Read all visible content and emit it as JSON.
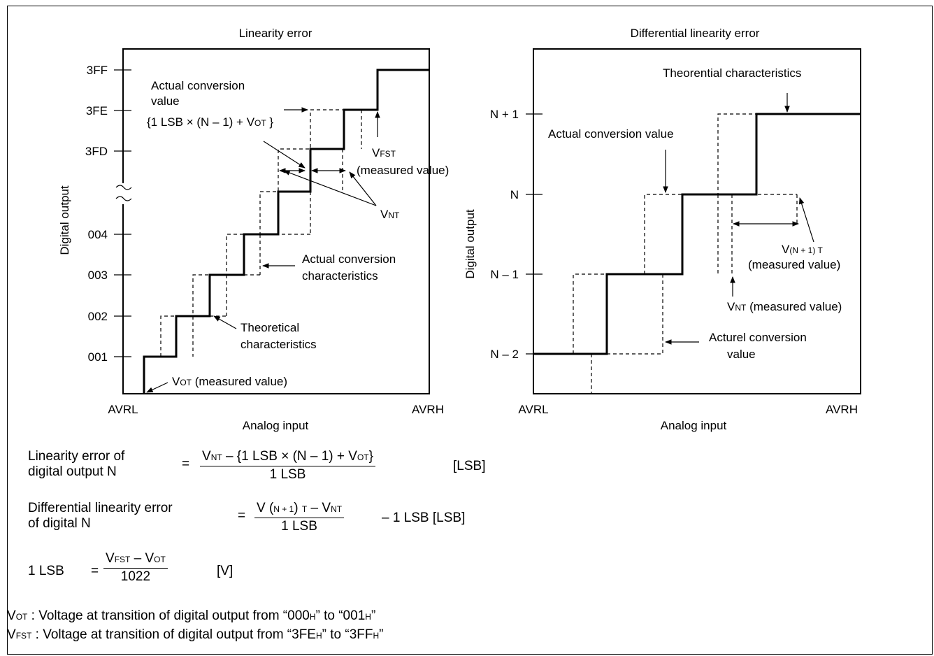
{
  "left_chart": {
    "title": "Linearity error",
    "ylabel": "Digital output",
    "xlabel": "Analog input",
    "x_min": "AVRL",
    "x_max": "AVRH",
    "y_ticks": [
      "001",
      "002",
      "003",
      "004",
      "3FD",
      "3FE",
      "3FF"
    ],
    "ann_actual_value": [
      "Actual conversion",
      "value"
    ],
    "ann_formula": "{1 LSB × (N – 1) + V",
    "ann_formula_sub": "OT",
    "ann_formula_end": " }",
    "ann_vfst": "V",
    "ann_vfst_sub": "FST",
    "ann_measured": "(measured value)",
    "ann_vnt": "V",
    "ann_vnt_sub": "NT",
    "ann_actual_char": [
      "Actual conversion",
      "characteristics"
    ],
    "ann_theoretical": [
      "Theoretical",
      "characteristics"
    ],
    "ann_vot": "V",
    "ann_vot_sub": "OT",
    "ann_vot_rest": " (measured value)"
  },
  "right_chart": {
    "title": "Differential linearity error",
    "ylabel": "Digital output",
    "xlabel": "Analog input",
    "x_min": "AVRL",
    "x_max": "AVRH",
    "y_ticks": [
      "N – 2",
      "N – 1",
      "N",
      "N + 1"
    ],
    "ann_theorential": "Theorential characteristics",
    "ann_actual": "Actual conversion value",
    "ann_vn1t": "V",
    "ann_vn1t_sub": "(N + 1) T",
    "ann_measured": "(measured value)",
    "ann_vnt": "V",
    "ann_vnt_sub": "NT",
    "ann_vnt_rest": " (measured value)",
    "ann_acturel": [
      "Acturel conversion",
      "value"
    ]
  },
  "formulas": {
    "f1_label": [
      "Linearity error of",
      "digital output N"
    ],
    "f1_num_a": "V",
    "f1_num_a_sub": "NT",
    "f1_num_b": " – {1 LSB × (N – 1) + V",
    "f1_num_b_sub": "OT",
    "f1_num_c": "}",
    "f1_den": "1 LSB",
    "f1_unit": "[LSB]",
    "f2_label": [
      "Differential linearity error",
      "of digital N"
    ],
    "f2_num_a": "V (",
    "f2_num_a_sub": "N + 1",
    "f2_num_b": ") ",
    "f2_num_b_sub": "T",
    "f2_num_c": " – V",
    "f2_num_c_sub": "NT",
    "f2_den": "1 LSB",
    "f2_tail": "– 1 LSB [LSB]",
    "f3_label": "1 LSB",
    "f3_num_a": "V",
    "f3_num_a_sub": "FST",
    "f3_num_b": " – V",
    "f3_num_b_sub": "OT",
    "f3_den": "1022",
    "f3_unit": "[V]",
    "eq": "="
  },
  "notes": {
    "n1_v": "V",
    "n1_sub": "OT",
    "n1_text": " : Voltage at transition of digital output from “000",
    "n1_h1": "H",
    "n1_mid": "” to “001",
    "n1_h2": "H",
    "n1_end": "”",
    "n2_v": "V",
    "n2_sub": "FST",
    "n2_text": " : Voltage at transition of digital output from “3FE",
    "n2_h1": "H",
    "n2_mid": "” to “3FF",
    "n2_h2": "H",
    "n2_end": "”"
  }
}
